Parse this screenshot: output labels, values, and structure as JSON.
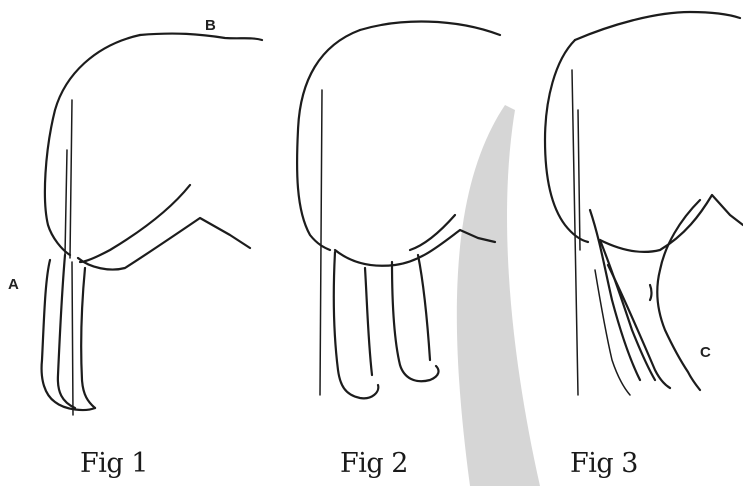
{
  "figures": [
    {
      "caption": "Fig 1",
      "labels": [
        "A",
        "B"
      ]
    },
    {
      "caption": "Fig 2",
      "labels": []
    },
    {
      "caption": "Fig 3",
      "labels": [
        "C"
      ]
    }
  ],
  "colors": {
    "ink": "#1c1c1c",
    "background": "#ffffff",
    "watermark": "#cfcfcf"
  }
}
